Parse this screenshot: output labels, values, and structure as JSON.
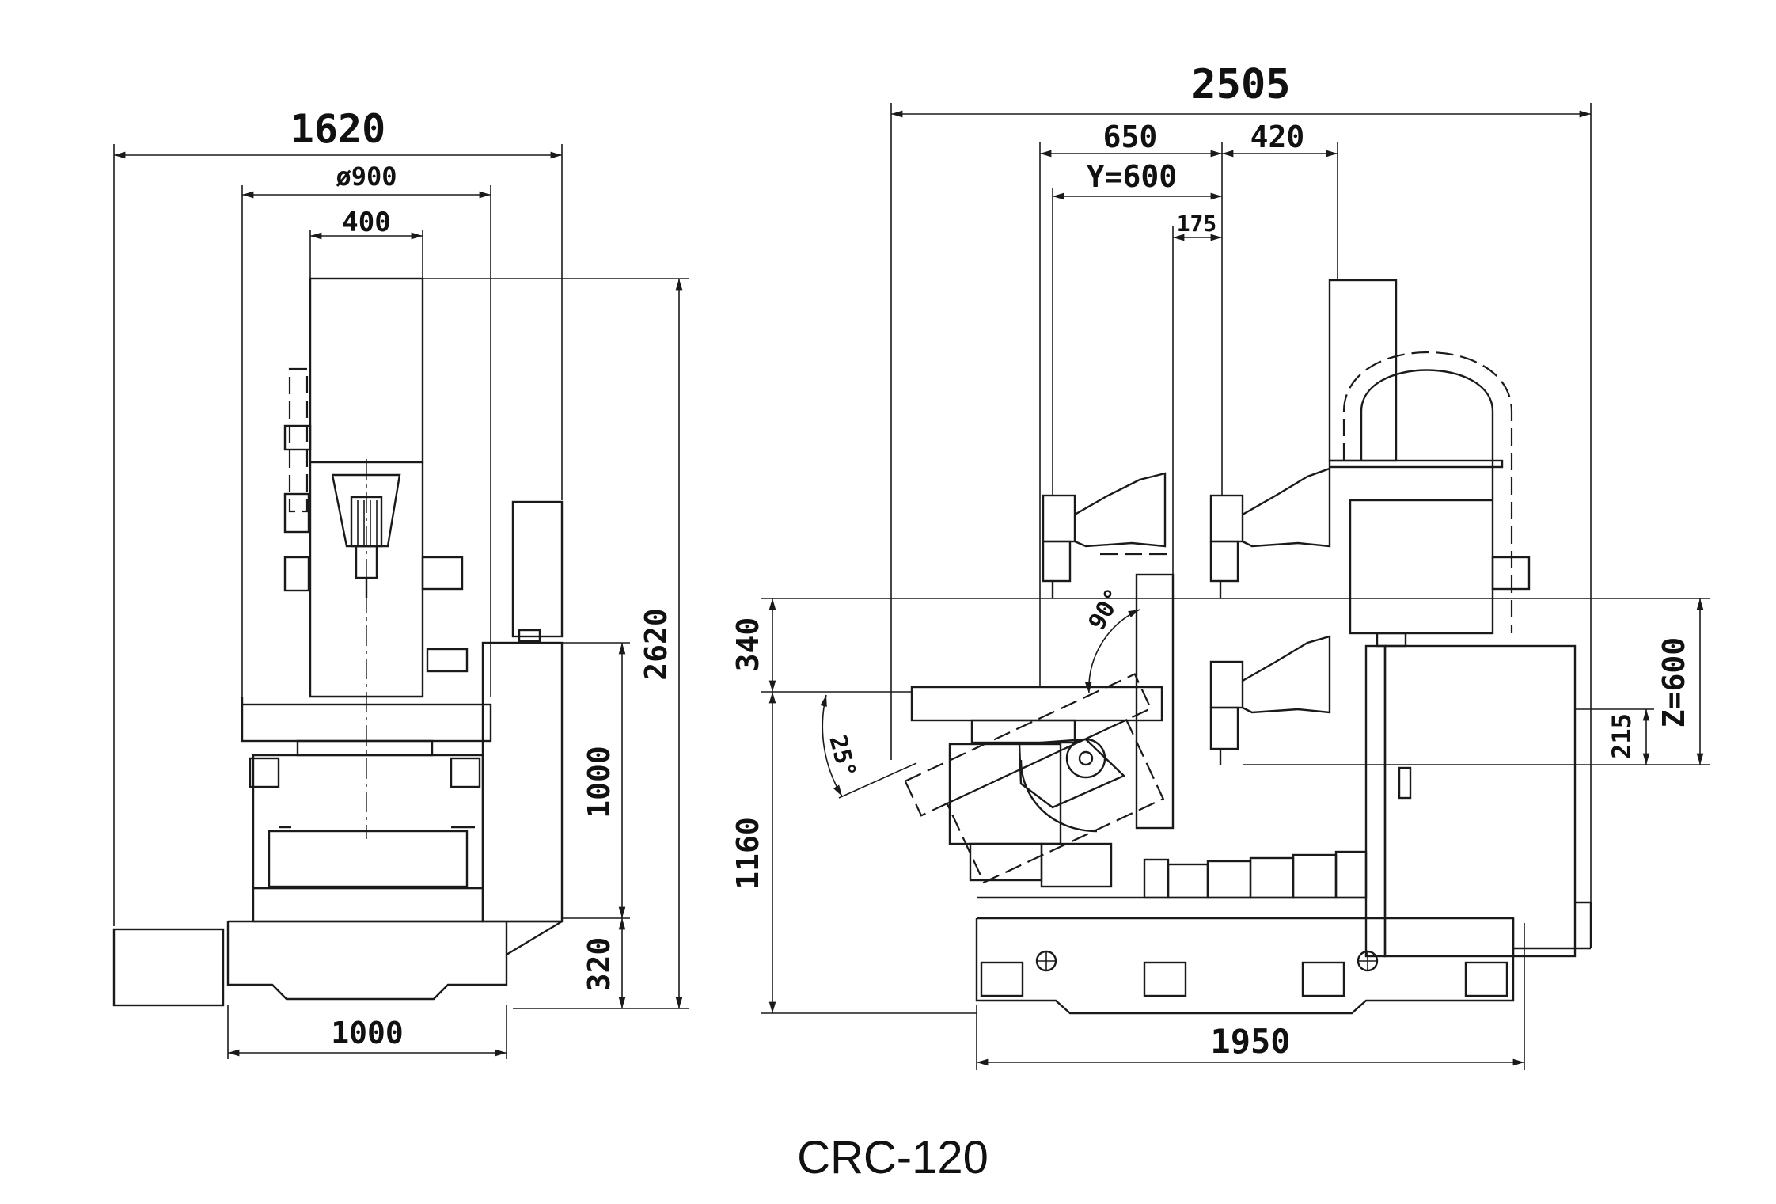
{
  "title": "CRC-120",
  "front_view": {
    "overall_width": "1620",
    "table_diameter": "ø900",
    "column_width": "400",
    "base_width": "1000",
    "overall_height": "2620",
    "table_height": "1000",
    "base_height": "320"
  },
  "side_view": {
    "overall_length": "2505",
    "dim_650": "650",
    "dim_420": "420",
    "y_travel": "Y=600",
    "dim_175": "175",
    "z_travel": "Z=600",
    "dim_215": "215",
    "dim_340": "340",
    "dim_1160": "1160",
    "base_length": "1950",
    "tilt_angle_90": "90°",
    "tilt_angle_25": "25°"
  }
}
